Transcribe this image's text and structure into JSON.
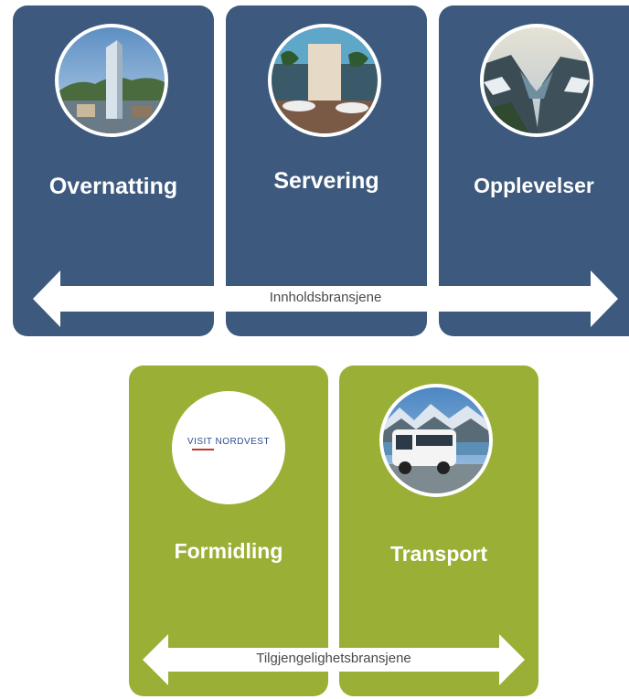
{
  "top_group": {
    "cards": [
      {
        "label": "Overnatting",
        "image": "hotel-tower-photo"
      },
      {
        "label": "Servering",
        "image": "restaurant-interior-photo"
      },
      {
        "label": "Opplevelser",
        "image": "fjord-landscape-photo"
      }
    ],
    "arrow_label": "Innholdsbransjene",
    "color": "#3d5a7e"
  },
  "bottom_group": {
    "cards": [
      {
        "label": "Formidling",
        "logo_text": "VISIT NORDVEST"
      },
      {
        "label": "Transport",
        "image": "bus-mountain-photo"
      }
    ],
    "arrow_label": "Tilgjengelighetsbransjene",
    "color": "#9aaf35"
  }
}
